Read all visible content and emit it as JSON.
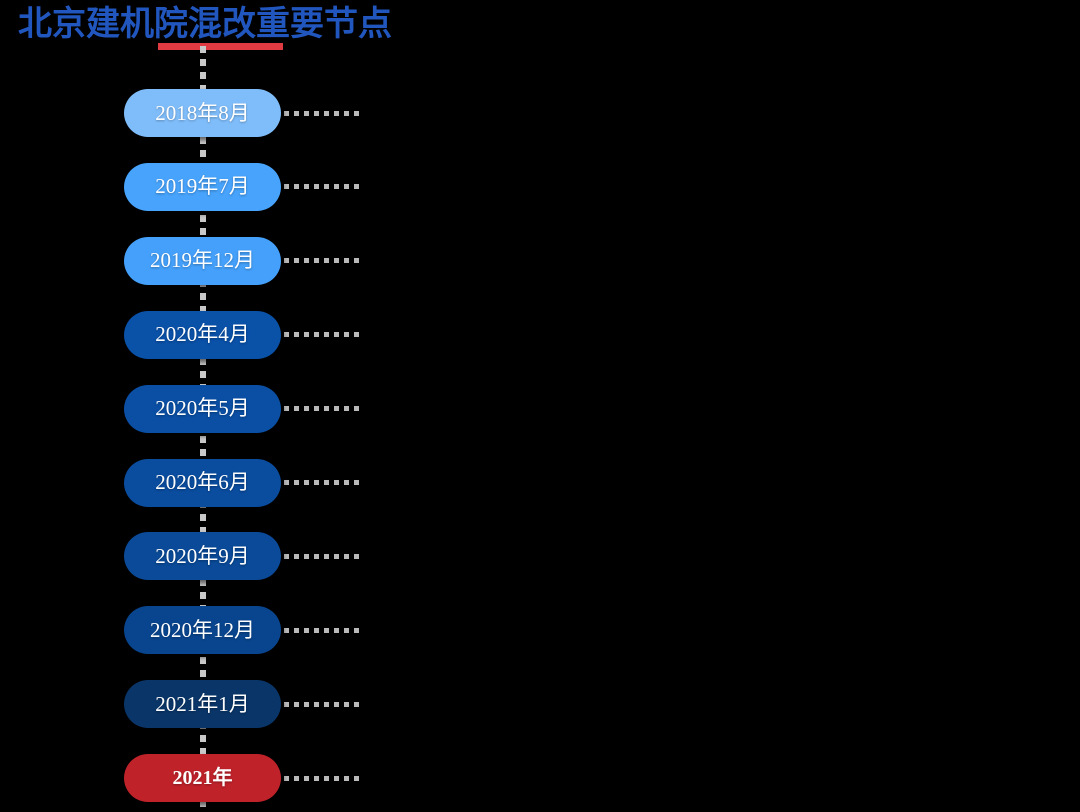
{
  "title": {
    "text": "北京建机院混改重要节点",
    "color": "#2156BE",
    "underline_color": "#E03B43"
  },
  "timeline": {
    "spine_color": "#C9C9C9",
    "connector_color": "#B9B9B9",
    "milestones": [
      {
        "label": "2018年8月",
        "color": "#7FBDFA",
        "highlight": false
      },
      {
        "label": "2019年7月",
        "color": "#47A3FB",
        "highlight": false
      },
      {
        "label": "2019年12月",
        "color": "#44A0FA",
        "highlight": false
      },
      {
        "label": "2020年4月",
        "color": "#0A51A8",
        "highlight": false
      },
      {
        "label": "2020年5月",
        "color": "#0A4FA4",
        "highlight": false
      },
      {
        "label": "2020年6月",
        "color": "#0A4C9E",
        "highlight": false
      },
      {
        "label": "2020年9月",
        "color": "#0A4A98",
        "highlight": false
      },
      {
        "label": "2020年12月",
        "color": "#09458E",
        "highlight": false
      },
      {
        "label": "2021年1月",
        "color": "#0A3568",
        "highlight": false
      },
      {
        "label": "2021年",
        "color": "#C0222A",
        "highlight": true
      }
    ]
  }
}
